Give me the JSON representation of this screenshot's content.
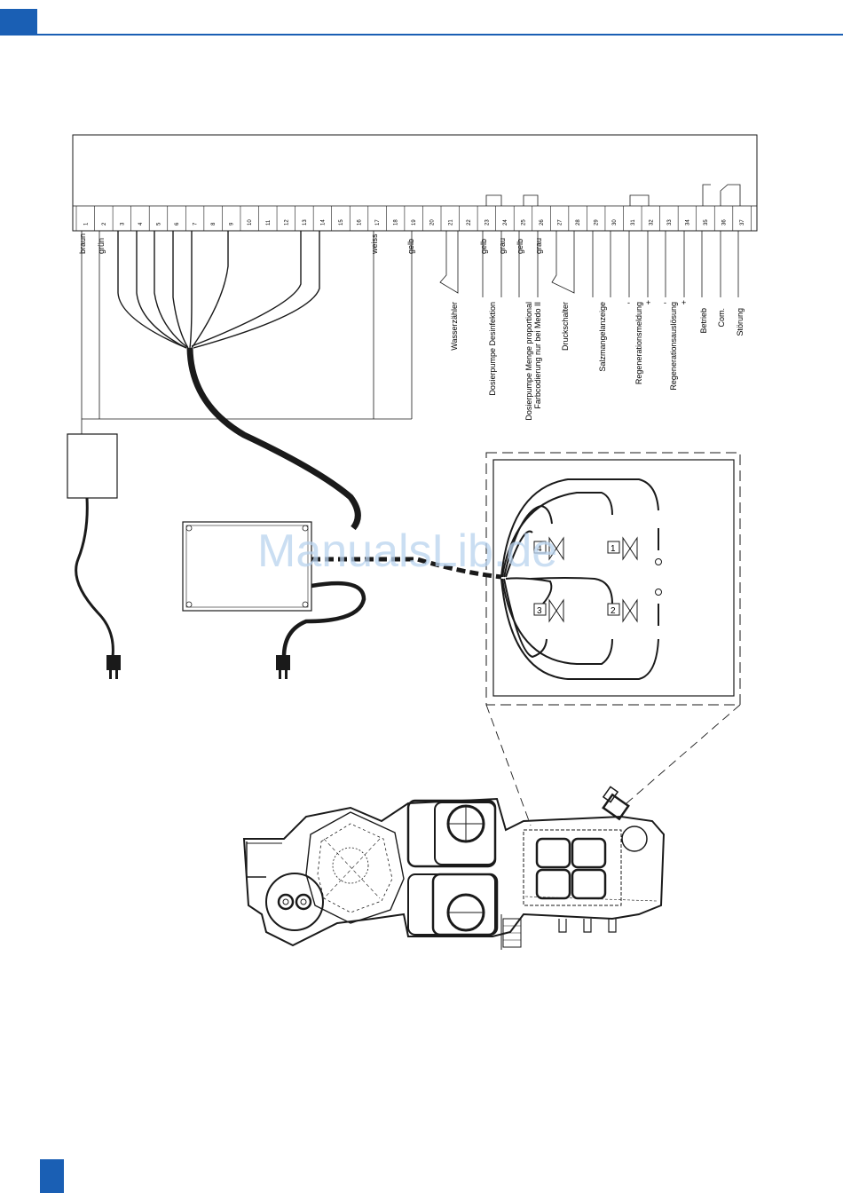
{
  "page": {
    "accent_color": "#1a5fb4"
  },
  "terminals": [
    "1",
    "2",
    "3",
    "4",
    "5",
    "6",
    "7",
    "8",
    "9",
    "10",
    "11",
    "12",
    "13",
    "14",
    "15",
    "16",
    "17",
    "18",
    "19",
    "20",
    "21",
    "22",
    "23",
    "24",
    "25",
    "26",
    "27",
    "28",
    "29",
    "30",
    "31",
    "32",
    "33",
    "34",
    "35",
    "36",
    "37"
  ],
  "wire_colors": {
    "braun": "braun",
    "gruen": "grün",
    "weiss": "weiss",
    "gelb_19": "gelb",
    "gelb_23": "gelb",
    "grau_24": "grau",
    "gelb_25": "gelb",
    "grau_26": "grau"
  },
  "functions": {
    "wasserzaehler": "Wasserzähler",
    "dosierpumpe_desinfektion": "Dosierpumpe Desinfektion",
    "dosierpumpe_proportional_1": "Dosierpumpe Menge proportional",
    "dosierpumpe_proportional_2": "Farbcodierung nur bei Medo II",
    "druckschalter": "Druckschalter",
    "salzmangelanzeige": "Salzmangelanzeige",
    "regenerationsmeldung": "Regenerationsmeldung",
    "regenerationsausloesung": "Regenerationsauslösung",
    "betrieb": "Betrieb",
    "com": "Com.",
    "stoerung": "Störung"
  },
  "polarity": {
    "minus": "-",
    "plus": "+"
  },
  "valves": [
    "1",
    "2",
    "3",
    "4"
  ],
  "watermark": "ManualsLib.de"
}
